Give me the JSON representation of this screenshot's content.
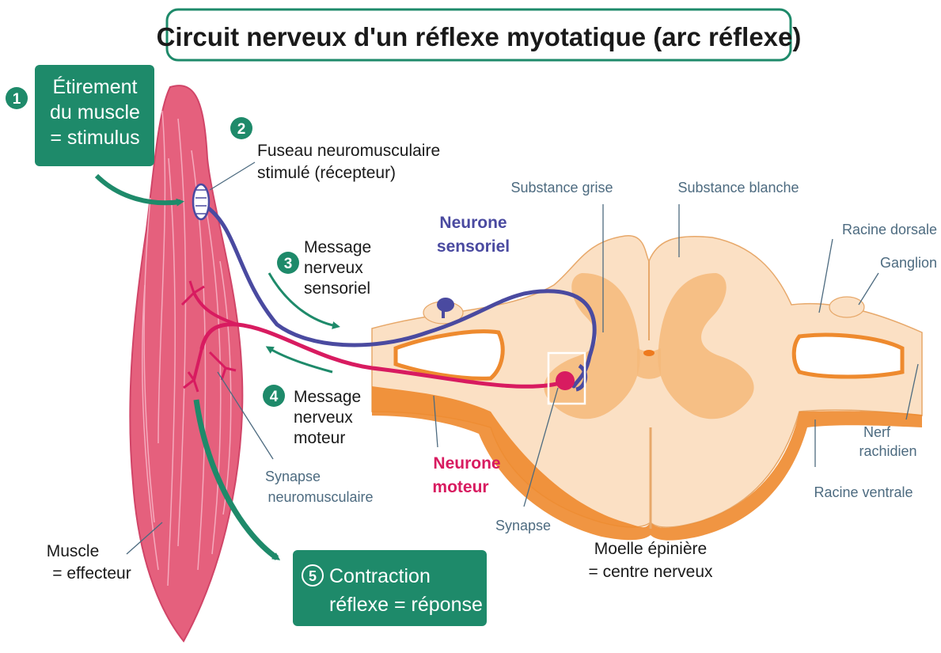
{
  "title": "Circuit nerveux d'un réflexe myotatique (arc réflexe)",
  "colors": {
    "teal": "#1e8a6a",
    "teal_dark": "#14735a",
    "sensory": "#4a4aa0",
    "motor": "#d81b60",
    "muscle": "#e5607d",
    "cord": "#fbe0c4",
    "grey_matter": "#f5b97a",
    "cord_edge": "#ee8a2e",
    "label_blue": "#4d6b80"
  },
  "steps": {
    "s1": {
      "num": "1",
      "lines": [
        "Étirement",
        "du muscle",
        "= stimulus"
      ]
    },
    "s2": {
      "num": "2",
      "lines": [
        "Fuseau neuromusculaire",
        "stimulé (récepteur)"
      ]
    },
    "s3": {
      "num": "3",
      "lines": [
        "Message",
        "nerveux",
        "sensoriel"
      ]
    },
    "s4": {
      "num": "4",
      "lines": [
        "Message",
        "nerveux",
        "moteur"
      ]
    },
    "s5": {
      "num": "5",
      "lines": [
        "Contraction",
        "réflexe = réponse"
      ]
    }
  },
  "labels": {
    "substance_grise": "Substance grise",
    "substance_blanche": "Substance blanche",
    "racine_dorsale": "Racine dorsale",
    "ganglion": "Ganglion",
    "nerf_rachidien": [
      "Nerf",
      "rachidien"
    ],
    "racine_ventrale": "Racine ventrale",
    "neurone_sensoriel": [
      "Neurone",
      "sensoriel"
    ],
    "neurone_moteur": [
      "Neurone",
      "moteur"
    ],
    "synapse": "Synapse",
    "synapse_nm": [
      "Synapse",
      "neuromusculaire"
    ],
    "muscle": [
      "Muscle",
      "= effecteur"
    ],
    "moelle": [
      "Moelle épinière",
      "= centre nerveux"
    ]
  }
}
